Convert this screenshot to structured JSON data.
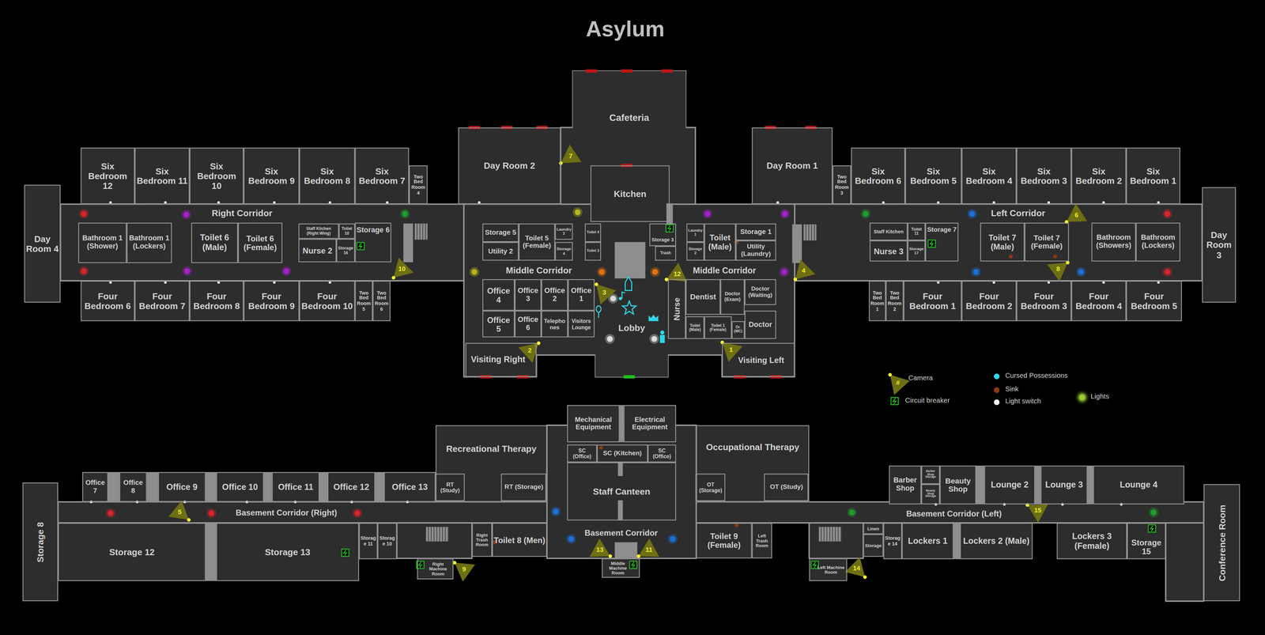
{
  "diagram": {
    "title": "Asylum",
    "nodes": [
      {
        "text": [
          "Cafeteria"
        ]
      },
      {
        "text": [
          "Day Room 2"
        ]
      },
      {
        "text": [
          "Day Room 1"
        ]
      },
      {
        "text": [
          "Six Bedroom 12"
        ]
      },
      {
        "text": [
          "Six Bedroom 11"
        ]
      },
      {
        "text": [
          "Six Bedroom 10"
        ]
      },
      {
        "text": [
          "Six Bedroom 9"
        ]
      },
      {
        "text": [
          "Six Bedroom 8"
        ]
      },
      {
        "text": [
          "Six Bedroom 7"
        ]
      },
      {
        "text": [
          "Two Bed Room 4"
        ]
      },
      {
        "text": [
          "Kitchen"
        ]
      },
      {
        "text": [
          "Two Bed Room 3"
        ]
      },
      {
        "text": [
          "Six Bedroom 6"
        ]
      },
      {
        "text": [
          "Six Bedroom 5"
        ]
      },
      {
        "text": [
          "Six Bedroom 4"
        ]
      },
      {
        "text": [
          "Six Bedroom 3"
        ]
      },
      {
        "text": [
          "Six Bedroom 2"
        ]
      },
      {
        "text": [
          "Six Bedroom 1"
        ]
      },
      {
        "text": [
          "Day Room 4"
        ]
      },
      {
        "text": [
          "Right Corridor"
        ]
      },
      {
        "text": [
          "Left Corridor"
        ]
      },
      {
        "text": [
          "Day Room 3"
        ]
      },
      {
        "text": [
          "Bathroom 1 (Shower)"
        ]
      },
      {
        "text": [
          "Bathroom 1 (Lockers)"
        ]
      },
      {
        "text": [
          "Toilet 6 (Male)"
        ]
      },
      {
        "text": [
          "Toilet 6 (Female)"
        ]
      },
      {
        "text": [
          "Staff Kitchen (Right Wing)"
        ]
      },
      {
        "text": [
          "Toilet 10"
        ]
      },
      {
        "text": [
          "Storage 6"
        ]
      },
      {
        "text": [
          "Nurse 2"
        ]
      },
      {
        "text": [
          "Storage 16"
        ]
      },
      {
        "text": [
          "Storage 5"
        ]
      },
      {
        "text": [
          "Utility 2"
        ]
      },
      {
        "text": [
          "Toilet 5 (Female)"
        ]
      },
      {
        "text": [
          "Laundry 2"
        ]
      },
      {
        "text": [
          "Storage 4"
        ]
      },
      {
        "text": [
          "Toilet 4"
        ]
      },
      {
        "text": [
          "Toilet 3"
        ]
      },
      {
        "text": [
          "Storage 3"
        ]
      },
      {
        "text": [
          "Trash"
        ]
      },
      {
        "text": [
          "Laundry 1"
        ]
      },
      {
        "text": [
          "Storage 2"
        ]
      },
      {
        "text": [
          "Toilet (Male)"
        ]
      },
      {
        "text": [
          "Storage 1"
        ]
      },
      {
        "text": [
          "Utility (Laundry)"
        ]
      },
      {
        "text": [
          "Staff Kitchen"
        ]
      },
      {
        "text": [
          "Toilet 11"
        ]
      },
      {
        "text": [
          "Storage 7"
        ]
      },
      {
        "text": [
          "Nurse 3"
        ]
      },
      {
        "text": [
          "Storage 17"
        ]
      },
      {
        "text": [
          "Toilet 7 (Male)"
        ]
      },
      {
        "text": [
          "Toilet 7 (Female)"
        ]
      },
      {
        "text": [
          "Bathroom (Showers)"
        ]
      },
      {
        "text": [
          "Bathroom (Lockers)"
        ]
      },
      {
        "text": [
          "Middle Corridor"
        ]
      },
      {
        "text": [
          "Middle Corridor"
        ]
      },
      {
        "text": [
          "Four Bedroom 6"
        ]
      },
      {
        "text": [
          "Four Bedroom 7"
        ]
      },
      {
        "text": [
          "Four Bedroom 8"
        ]
      },
      {
        "text": [
          "Four Bedroom 9"
        ]
      },
      {
        "text": [
          "Four Bedroom 10"
        ]
      },
      {
        "text": [
          "Two Bed Room 5"
        ]
      },
      {
        "text": [
          "Two Bed Room 6"
        ]
      },
      {
        "text": [
          "Office 4"
        ]
      },
      {
        "text": [
          "Office 3"
        ]
      },
      {
        "text": [
          "Office 2"
        ]
      },
      {
        "text": [
          "Office 1"
        ]
      },
      {
        "text": [
          "Lobby"
        ]
      },
      {
        "text": [
          "Nurse"
        ]
      },
      {
        "text": [
          "Dentist"
        ]
      },
      {
        "text": [
          "Doctor (Exam)"
        ]
      },
      {
        "text": [
          "Doctor (Waiting)"
        ]
      },
      {
        "text": [
          "Office 5"
        ]
      },
      {
        "text": [
          "Office 6"
        ]
      },
      {
        "text": [
          "Telephones"
        ]
      },
      {
        "text": [
          "Visitors Lounge"
        ]
      },
      {
        "text": [
          "Toilet (Male)"
        ]
      },
      {
        "text": [
          "Toilet 1 (Female)"
        ]
      },
      {
        "text": [
          "Dr. (WC)"
        ]
      },
      {
        "text": [
          "Doctor"
        ]
      },
      {
        "text": [
          "Visiting Right"
        ]
      },
      {
        "text": [
          "Visiting Left"
        ]
      },
      {
        "text": [
          "Two Bed Room 1"
        ]
      },
      {
        "text": [
          "Two Bed Room 2"
        ]
      },
      {
        "text": [
          "Four Bedroom 1"
        ]
      },
      {
        "text": [
          "Four Bedroom 2"
        ]
      },
      {
        "text": [
          "Four Bedroom 3"
        ]
      },
      {
        "text": [
          "Four Bedroom 4"
        ]
      },
      {
        "text": [
          "Four Bedroom 5"
        ]
      },
      {
        "text": [
          "Mechanical Equipment"
        ]
      },
      {
        "text": [
          "Electrical Equipment"
        ]
      },
      {
        "text": [
          "Recreational Therapy"
        ]
      },
      {
        "text": [
          "Occupational Therapy"
        ]
      },
      {
        "text": [
          "SC (Office)"
        ]
      },
      {
        "text": [
          "SC (Kitchen)"
        ]
      },
      {
        "text": [
          "SC (Office)"
        ]
      },
      {
        "text": [
          "Staff Canteen"
        ]
      },
      {
        "text": [
          "Barber Shop"
        ]
      },
      {
        "text": [
          "Barber Shop Storage"
        ]
      },
      {
        "text": [
          "Beauty Shop Storage"
        ]
      },
      {
        "text": [
          "Beauty Shop"
        ]
      },
      {
        "text": [
          "Lounge 2"
        ]
      },
      {
        "text": [
          "Lounge 3"
        ]
      },
      {
        "text": [
          "Lounge 4"
        ]
      },
      {
        "text": [
          "Office 7"
        ]
      },
      {
        "text": [
          "Office 8"
        ]
      },
      {
        "text": [
          "Office 9"
        ]
      },
      {
        "text": [
          "Office 10"
        ]
      },
      {
        "text": [
          "Office 11"
        ]
      },
      {
        "text": [
          "Office 12"
        ]
      },
      {
        "text": [
          "Office 13"
        ]
      },
      {
        "text": [
          "RT (Study)"
        ],
        "in": 91
      },
      {
        "text": [
          "RT (Storage)"
        ],
        "in": 91
      },
      {
        "text": [
          "OT (Storage)"
        ],
        "in": 92
      },
      {
        "text": [
          "OT (Study)"
        ],
        "in": 92
      },
      {
        "text": [
          "Storage 8"
        ]
      },
      {
        "text": [
          "Conference Room"
        ]
      },
      {
        "text": [
          "Basement Corridor (Right)"
        ]
      },
      {
        "text": [
          "Basement Corridor (Left)"
        ]
      },
      {
        "text": [
          "Basement Corridor"
        ]
      },
      {
        "text": [
          "Storage 12"
        ]
      },
      {
        "text": [
          "Storage 13"
        ]
      },
      {
        "text": [
          "Storage 11"
        ]
      },
      {
        "text": [
          "Storage 10"
        ]
      },
      {
        "text": [
          "Right Trash Room"
        ]
      },
      {
        "text": [
          "Toilet 8 (Men)"
        ]
      },
      {
        "text": [
          "Toilet 9 (Female)"
        ]
      },
      {
        "text": [
          "Left Trash Room"
        ]
      },
      {
        "text": [
          "Linen"
        ]
      },
      {
        "text": [
          "Storage"
        ]
      },
      {
        "text": [
          "Storage 14"
        ]
      },
      {
        "text": [
          "Lockers 1"
        ]
      },
      {
        "text": [
          "Lockers 2 (Male)"
        ]
      },
      {
        "text": [
          "Lockers 3 (Female)"
        ]
      },
      {
        "text": [
          "Storage 15"
        ]
      },
      {
        "text": [
          "Right Machine Room"
        ]
      },
      {
        "text": [
          "Middle Machine Room"
        ]
      },
      {
        "text": [
          "Left Machine Room"
        ]
      }
    ],
    "labels": [
      "7",
      "3",
      "12",
      "10",
      "4",
      "2",
      "1",
      "6",
      "8",
      "5",
      "9",
      "13",
      "11",
      "15",
      "14",
      "#"
    ],
    "legend": [
      {
        "text": "Camera"
      },
      {
        "text": "Circuit breaker"
      },
      {
        "text": "Cursed Possessions",
        "color": "#2fd6e6"
      },
      {
        "text": "Sink",
        "color": "#8a3a12"
      },
      {
        "text": "Light switch",
        "color": "#f0f0f0"
      },
      {
        "text": "Lights",
        "color": "#9acd32"
      }
    ]
  }
}
